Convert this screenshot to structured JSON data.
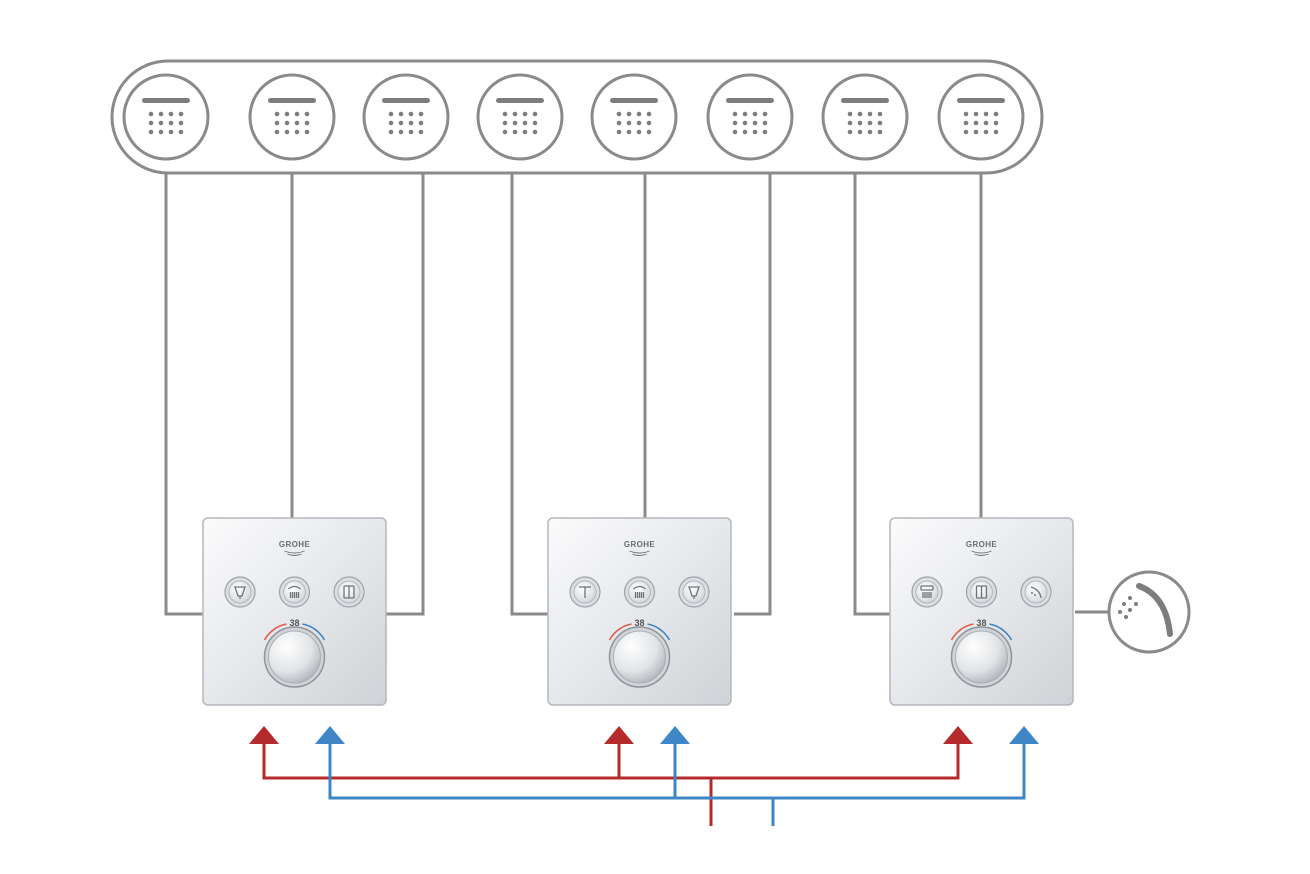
{
  "diagram": {
    "shower_heads_count": 8,
    "controllers": [
      {
        "brand": "GROHE",
        "temperature": "38",
        "buttons": [
          "overhead-shower-icon",
          "rain-shower-icon",
          "body-jet-icon"
        ]
      },
      {
        "brand": "GROHE",
        "temperature": "38",
        "buttons": [
          "tap-icon",
          "rain-shower-icon",
          "overhead-shower-icon"
        ]
      },
      {
        "brand": "GROHE",
        "temperature": "38",
        "buttons": [
          "waterfall-icon",
          "body-jet-icon",
          "hand-shower-icon"
        ]
      }
    ],
    "colors": {
      "outline": "#8a8a8a",
      "hot": "#b52a2a",
      "cold": "#3f86c6",
      "chrome_light": "#f4f5f7",
      "chrome_dark": "#c9ccd1"
    }
  }
}
